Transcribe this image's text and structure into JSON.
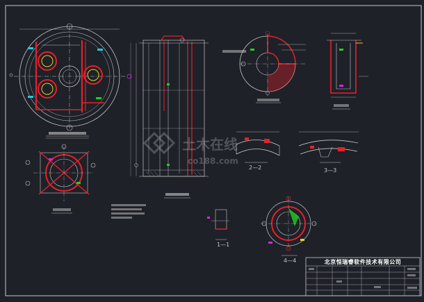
{
  "drawing": {
    "background": "#1e2128",
    "line_color": "#c8c8c8",
    "accent_red": "#e8202a",
    "accent_yellow": "#e8d020",
    "accent_green": "#20d020",
    "accent_cyan": "#20c8e0",
    "accent_magenta": "#e020e0"
  },
  "sections": {
    "s22": "2—2",
    "s33": "3—3",
    "s44": "4—4",
    "s11": "1—1"
  },
  "title_block": {
    "company": "北京恒瑞睿软件技术有限公司"
  },
  "watermark": {
    "brand": "土木在线",
    "domain": "co188.com"
  }
}
